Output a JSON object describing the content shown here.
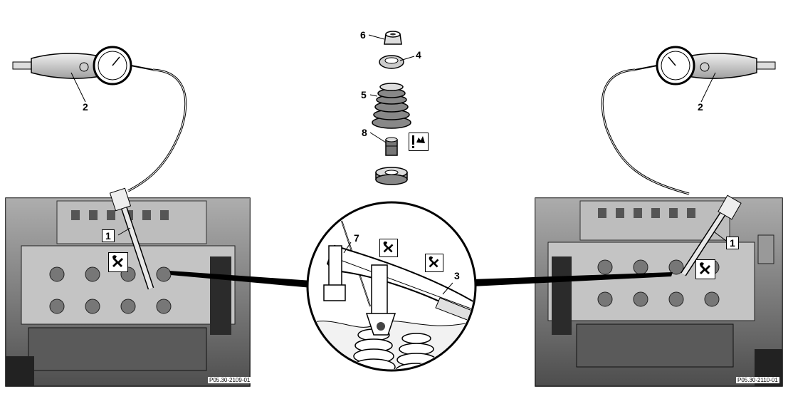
{
  "callouts": {
    "gauge_left": "2",
    "gauge_right": "2",
    "adapter_left": "1",
    "adapter_right": "1",
    "item_6": "6",
    "item_4": "4",
    "item_5": "5",
    "item_8": "8",
    "item_7": "7",
    "item_3": "3"
  },
  "figure_refs": {
    "left_photo": "P05.30-2109-01",
    "right_photo": "P05.30-2110-01"
  },
  "icons": [
    "tool-symbol-icon",
    "warning-symbol-icon"
  ]
}
